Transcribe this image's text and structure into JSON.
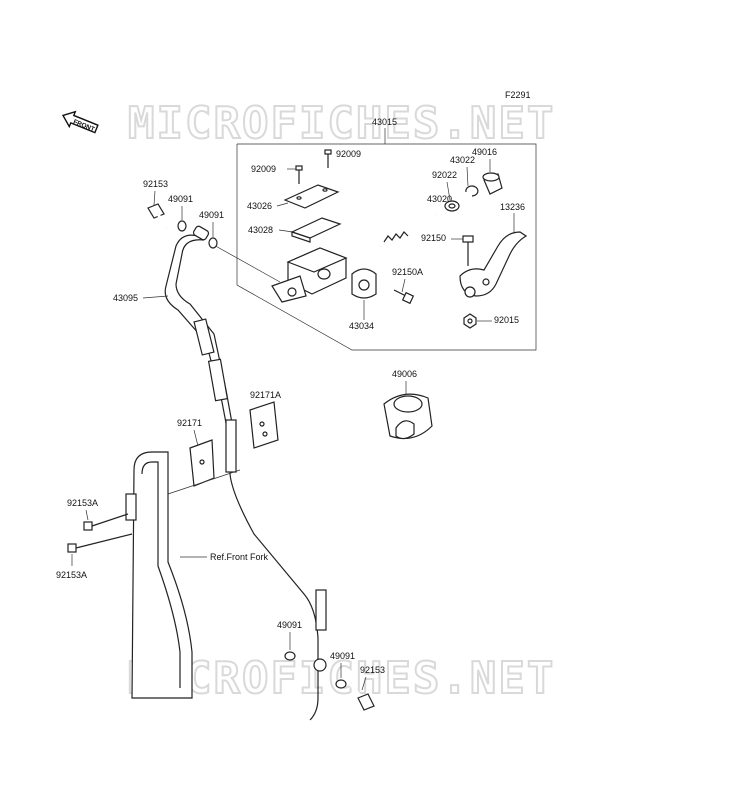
{
  "diagram": {
    "figure_code": "F2291",
    "front_label": "FRONT",
    "watermark": "MICROFICHES.NET",
    "fork_ref": "Ref.Front Fork"
  },
  "parts": {
    "p43015": "43015",
    "p92009a": "92009",
    "p92009b": "92009",
    "p49016": "49016",
    "p43022": "43022",
    "p92022": "92022",
    "p92153a_top": "92153",
    "p49091a": "49091",
    "p49091b": "49091",
    "p43026": "43026",
    "p43020": "43020",
    "p13236": "13236",
    "p43028": "43028",
    "p92150": "92150",
    "p92150A": "92150A",
    "p43095": "43095",
    "p43034": "43034",
    "p92015": "92015",
    "p49006": "49006",
    "p92171A": "92171A",
    "p92171": "92171",
    "p92153A_1": "92153A",
    "p92153A_2": "92153A",
    "p49091c": "49091",
    "p49091d": "49091",
    "p92153_bottom": "92153"
  }
}
